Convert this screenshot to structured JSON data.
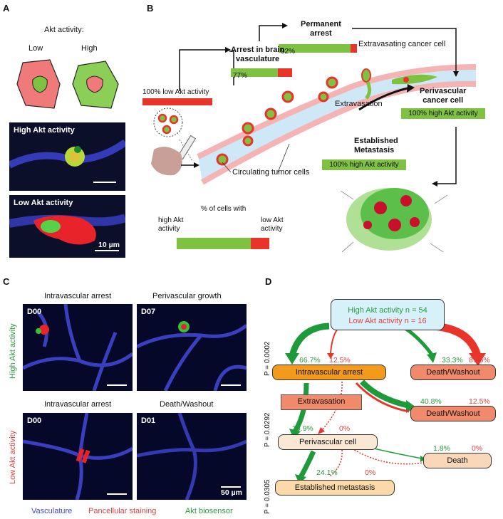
{
  "panels": {
    "a": "A",
    "b": "B",
    "c": "C",
    "d": "D"
  },
  "panel_a": {
    "title": "Akt activity:",
    "low": "Low",
    "high": "High",
    "img_high_label": "High Akt activity",
    "img_low_label": "Low Akt activity",
    "scale_label": "10 µm"
  },
  "panel_b": {
    "permanent_arrest": "Permanent\narrest",
    "bar_92": "92%",
    "extravasating": "Extravasating cancer cell",
    "arrest_brain": "Arrest in brain\nvasculature",
    "bar_77": "77%",
    "low_akt_100": "100% low Akt activity",
    "extravasation": "Extravasation",
    "perivascular": "Perivascular\ncancer cell",
    "high_akt_100_a": "100% high Akt activity",
    "established": "Established\nMetastasis",
    "high_akt_100_b": "100% high Akt activity",
    "circulating": "Circulating tumor cells",
    "pct_title": "% of cells with",
    "high_label": "high Akt\nactivity",
    "low_label": "low Akt\nactivity"
  },
  "panel_c": {
    "col1_top": "Intravascular arrest",
    "col2_top": "Perivascular growth",
    "col1_bot": "Intravascular arrest",
    "col2_bot": "Death/Washout",
    "row1": "High Akt activity",
    "row2": "Low Akt activity",
    "d00a": "D00",
    "d07": "D07",
    "d00b": "D00",
    "d01": "D01",
    "scale": "50 µm",
    "legend_vasc": "Vasculature",
    "legend_pan": "Pancellular staining",
    "legend_akt": "Akt biosensor"
  },
  "panel_d": {
    "top_high": "High Akt activity n = 54",
    "top_low": "Low Akt activity n = 16",
    "p1": "P = 0.0002",
    "p2": "P = 0.0292",
    "p3": "P = 0.0305",
    "pct_667": "66.7%",
    "pct_125a": "12.5%",
    "pct_333": "33.3%",
    "pct_875": "87.5%",
    "intravascular": "Intravascular arrest",
    "death_washout_a": "Death/Washout",
    "extravasation": "Extravasation",
    "pct_408": "40.8%",
    "pct_125b": "12.5%",
    "death_washout_b": "Death/Washout",
    "pct_259": "25.9%",
    "pct_0a": "0%",
    "perivascular": "Perivascular cell",
    "pct_18": "1.8%",
    "pct_0b": "0%",
    "death": "Death",
    "pct_241": "24.1%",
    "pct_0c": "0%",
    "established": "Established metastasis"
  },
  "colors": {
    "green": "#7fc241",
    "red": "#e8342a",
    "orange": "#f39a1c",
    "salmon": "#f08a6a",
    "peach": "#f9d7b8",
    "cyan": "#d7f1fb"
  }
}
